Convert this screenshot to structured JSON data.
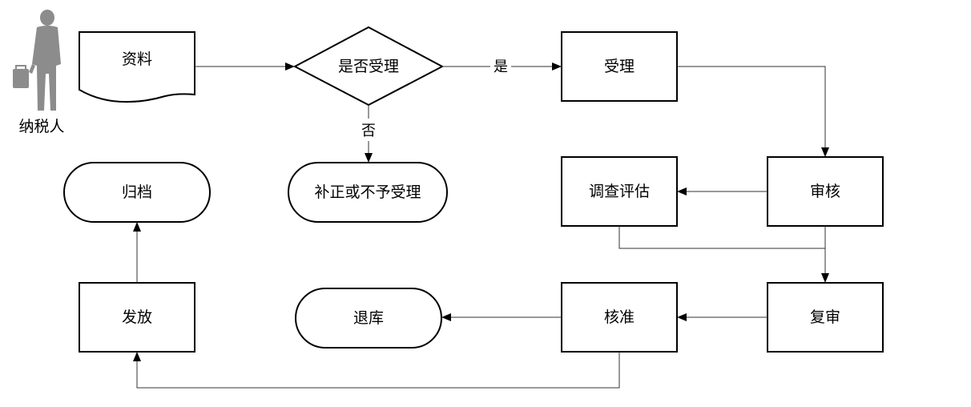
{
  "actor": {
    "label": "纳税人"
  },
  "nodes": {
    "materials": "资料",
    "decision": "是否受理",
    "accept": "受理",
    "review": "审核",
    "investigate": "调查评估",
    "correction": "补正或不予受理",
    "archive": "归档",
    "recheck": "复审",
    "approve": "核准",
    "return_store": "退库",
    "issue": "发放"
  },
  "edges": {
    "yes": "是",
    "no": "否"
  },
  "colors": {
    "stroke": "#000000",
    "connector": "#333333",
    "actor_fill": "#8c8c8c"
  }
}
